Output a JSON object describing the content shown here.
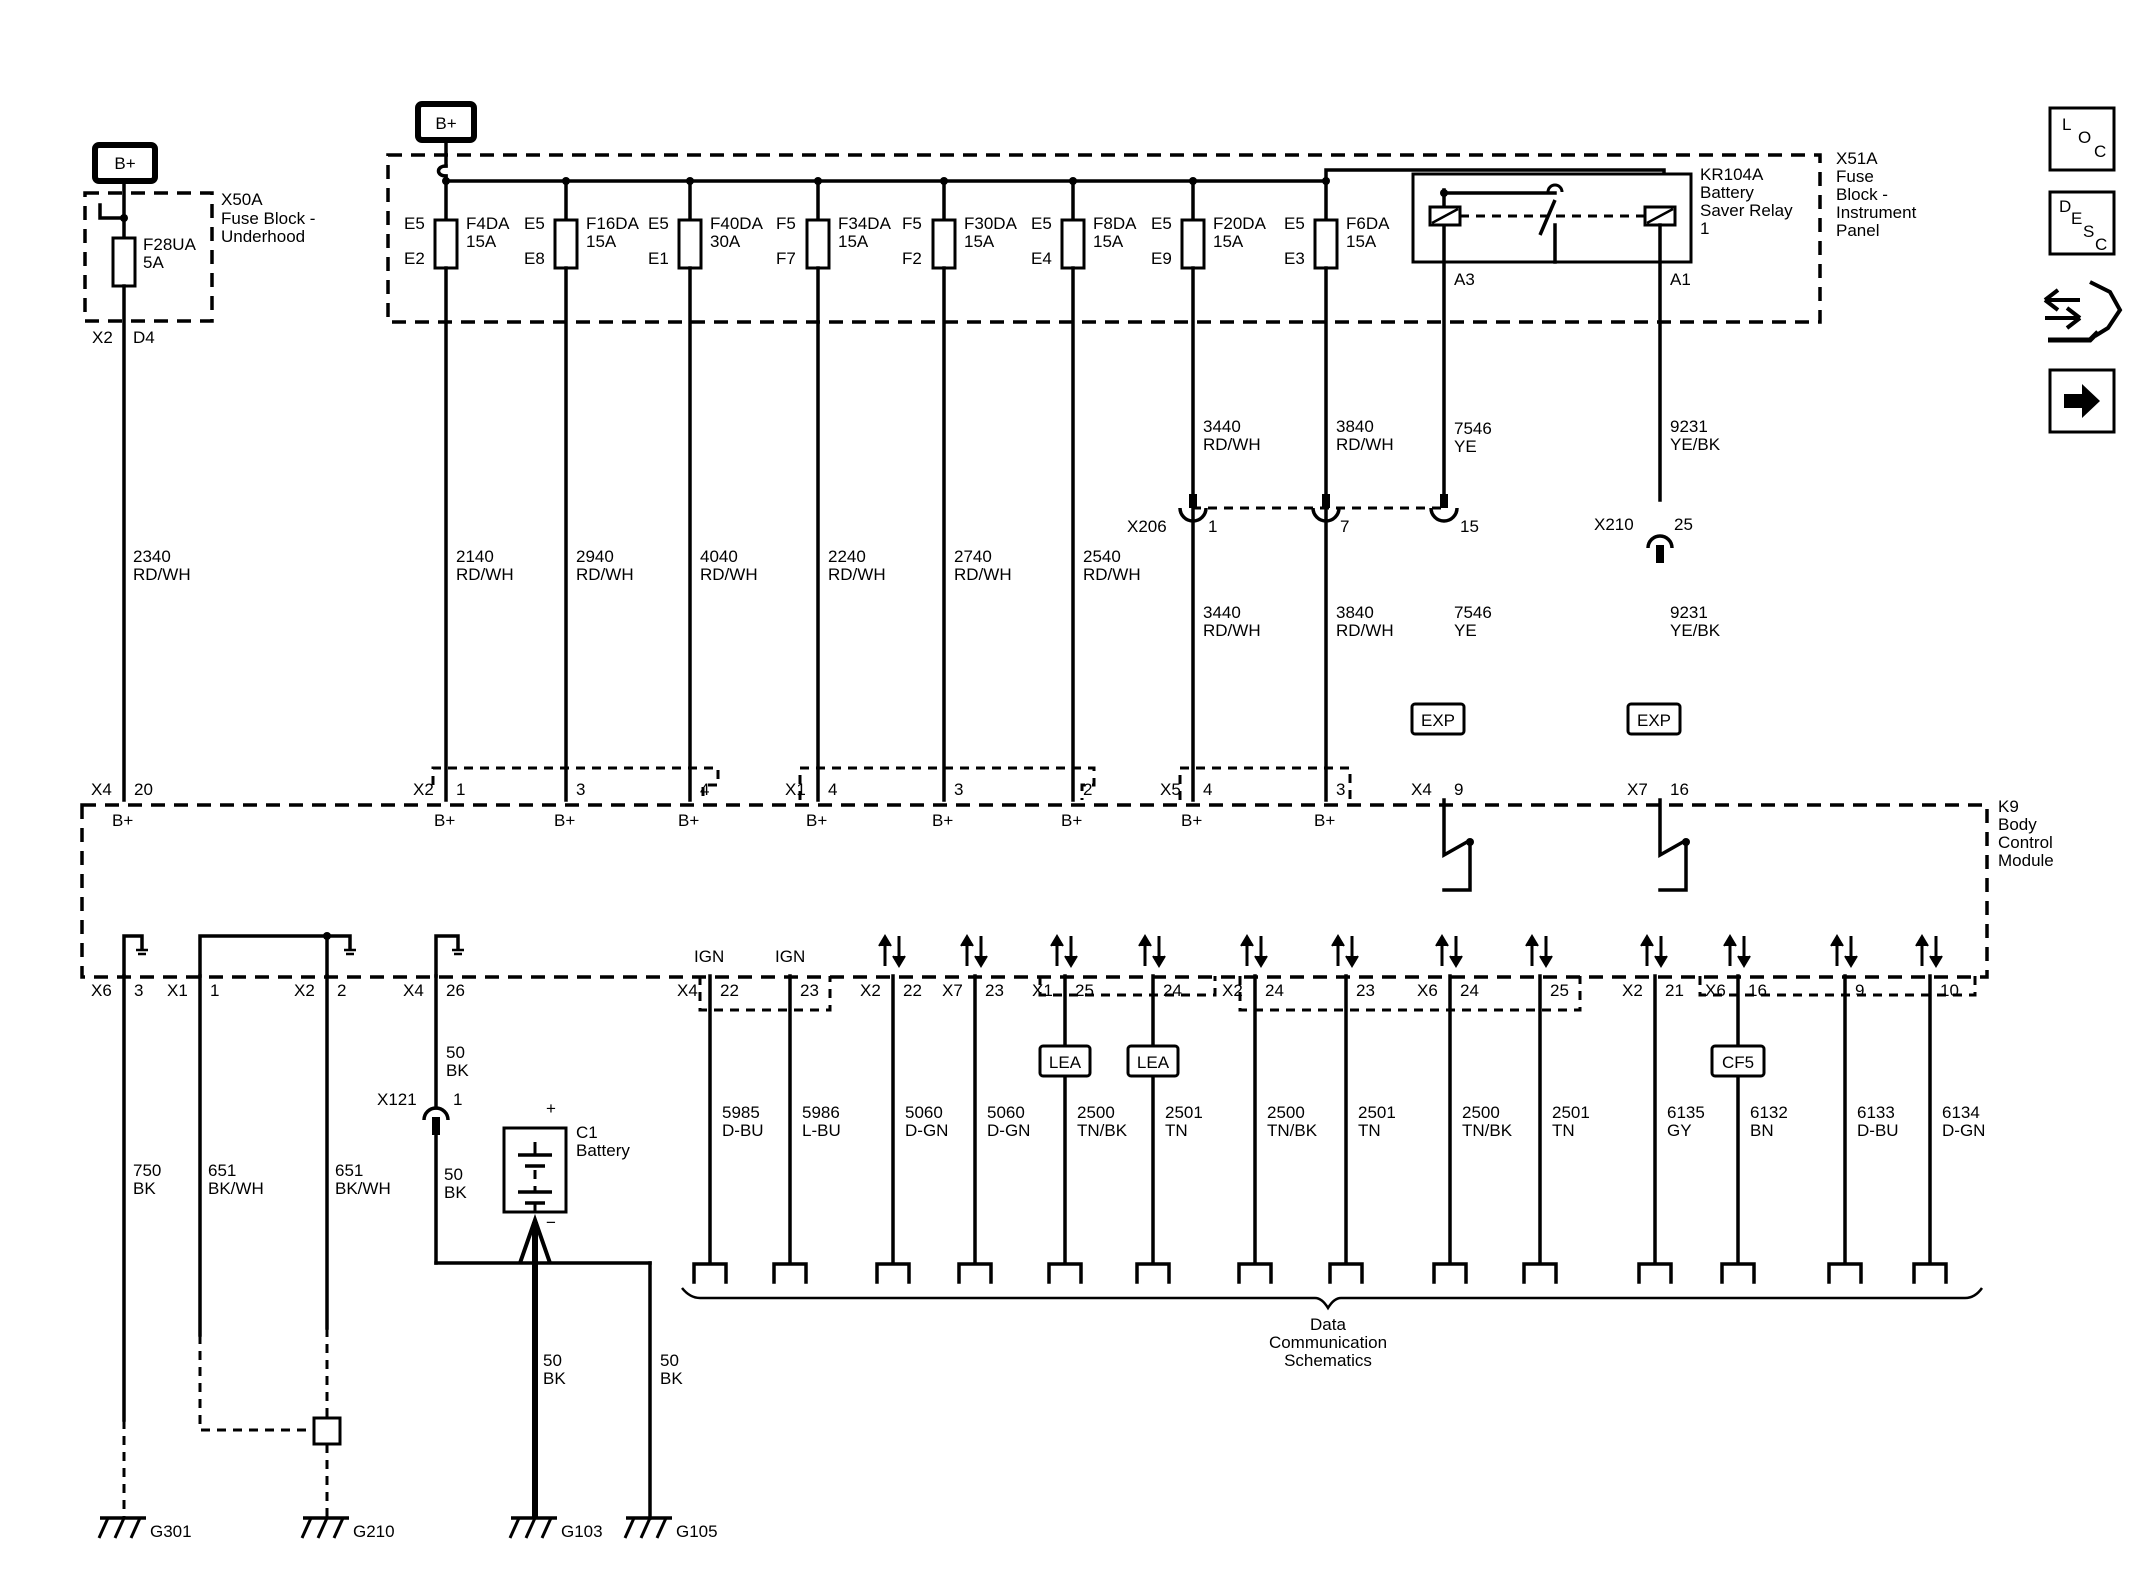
{
  "symbols": {
    "bplus": "B+",
    "battery_plus": "+",
    "battery_minus": "−"
  },
  "fuse_block_underhood": {
    "name": "X50A",
    "desc1": "Fuse Block -",
    "desc2": "Underhood",
    "fuse": {
      "id": "F28UA",
      "rating": "5A"
    },
    "connector": "X2",
    "pin": "D4"
  },
  "fuse_block_ip": {
    "name": "X51A",
    "desc1": "Fuse",
    "desc2": "Block -",
    "desc3": "Instrument",
    "desc4": "Panel",
    "fuses": [
      {
        "in": "E5",
        "out": "E2",
        "id": "F4DA",
        "rating": "15A"
      },
      {
        "in": "E5",
        "out": "E8",
        "id": "F16DA",
        "rating": "15A"
      },
      {
        "in": "E5",
        "out": "E1",
        "id": "F40DA",
        "rating": "30A"
      },
      {
        "in": "F5",
        "out": "F7",
        "id": "F34DA",
        "rating": "15A"
      },
      {
        "in": "F5",
        "out": "F2",
        "id": "F30DA",
        "rating": "15A"
      },
      {
        "in": "E5",
        "out": "E4",
        "id": "F8DA",
        "rating": "15A"
      },
      {
        "in": "E5",
        "out": "E9",
        "id": "F20DA",
        "rating": "15A"
      },
      {
        "in": "E5",
        "out": "E3",
        "id": "F6DA",
        "rating": "15A"
      }
    ]
  },
  "relay": {
    "id": "KR104A",
    "line1": "Battery",
    "line2": "Saver Relay",
    "line3": "1",
    "pin_left": "A3",
    "pin_right": "A1"
  },
  "wires_top": [
    {
      "circuit": "2340",
      "color": "RD/WH"
    },
    {
      "circuit": "2140",
      "color": "RD/WH"
    },
    {
      "circuit": "2940",
      "color": "RD/WH"
    },
    {
      "circuit": "4040",
      "color": "RD/WH"
    },
    {
      "circuit": "2240",
      "color": "RD/WH"
    },
    {
      "circuit": "2740",
      "color": "RD/WH"
    },
    {
      "circuit": "2540",
      "color": "RD/WH"
    },
    {
      "circuit": "3440",
      "color": "RD/WH"
    },
    {
      "circuit": "3840",
      "color": "RD/WH"
    },
    {
      "circuit": "7546",
      "color": "YE"
    },
    {
      "circuit": "9231",
      "color": "YE/BK"
    }
  ],
  "inline_x206": {
    "name": "X206",
    "pins": [
      "1",
      "7",
      "15"
    ]
  },
  "inline_x210": {
    "name": "X210",
    "pin": "25"
  },
  "exp_label": "EXP",
  "bcm": {
    "name": "K9",
    "desc1": "Body",
    "desc2": "Control",
    "desc3": "Module"
  },
  "bcm_top_conn": [
    {
      "conn": "X4",
      "pin": "20"
    },
    {
      "conn": "X2",
      "pin": "1"
    },
    {
      "conn": "",
      "pin": "3"
    },
    {
      "conn": "",
      "pin": "4"
    },
    {
      "conn": "X1",
      "pin": "4"
    },
    {
      "conn": "",
      "pin": "3"
    },
    {
      "conn": "",
      "pin": "2"
    },
    {
      "conn": "X5",
      "pin": "4"
    },
    {
      "conn": "",
      "pin": "3"
    },
    {
      "conn": "X4",
      "pin": "9"
    },
    {
      "conn": "X7",
      "pin": "16"
    }
  ],
  "bcm_bottom_conn": [
    {
      "conn": "X6",
      "pin": "3"
    },
    {
      "conn": "X1",
      "pin": "1"
    },
    {
      "conn": "X2",
      "pin": "2"
    },
    {
      "conn": "X4",
      "pin": "26"
    },
    {
      "conn": "X4",
      "pin": "22"
    },
    {
      "conn": "",
      "pin": "23"
    },
    {
      "conn": "X2",
      "pin": "22"
    },
    {
      "conn": "X7",
      "pin": "23"
    },
    {
      "conn": "X1",
      "pin": "25"
    },
    {
      "conn": "",
      "pin": "24"
    },
    {
      "conn": "X2",
      "pin": "24"
    },
    {
      "conn": "",
      "pin": "23"
    },
    {
      "conn": "X6",
      "pin": "24"
    },
    {
      "conn": "",
      "pin": "25"
    },
    {
      "conn": "X2",
      "pin": "21"
    },
    {
      "conn": "X6",
      "pin": "16"
    },
    {
      "conn": "",
      "pin": "9"
    },
    {
      "conn": "",
      "pin": "10"
    }
  ],
  "ign_label": "IGN",
  "lea_label": "LEA",
  "cf5_label": "CF5",
  "wires_bottom": [
    {
      "circuit": "750",
      "color": "BK"
    },
    {
      "circuit": "651",
      "color": "BK/WH"
    },
    {
      "circuit": "651",
      "color": "BK/WH"
    },
    {
      "circuit": "50",
      "color": "BK"
    },
    {
      "circuit": "5985",
      "color": "D-BU"
    },
    {
      "circuit": "5986",
      "color": "L-BU"
    },
    {
      "circuit": "5060",
      "color": "D-GN"
    },
    {
      "circuit": "5060",
      "color": "D-GN"
    },
    {
      "circuit": "2500",
      "color": "TN/BK"
    },
    {
      "circuit": "2501",
      "color": "TN"
    },
    {
      "circuit": "2500",
      "color": "TN/BK"
    },
    {
      "circuit": "2501",
      "color": "TN"
    },
    {
      "circuit": "2500",
      "color": "TN/BK"
    },
    {
      "circuit": "2501",
      "color": "TN"
    },
    {
      "circuit": "6135",
      "color": "GY"
    },
    {
      "circuit": "6132",
      "color": "BN"
    },
    {
      "circuit": "6133",
      "color": "D-BU"
    },
    {
      "circuit": "6134",
      "color": "D-GN"
    }
  ],
  "x121": {
    "name": "X121",
    "pin": "1"
  },
  "battery": {
    "id": "C1",
    "desc": "Battery"
  },
  "grounds": [
    "G301",
    "G210",
    "G103",
    "G105"
  ],
  "data_comm": {
    "line1": "Data",
    "line2": "Communication",
    "line3": "Schematics"
  },
  "side_icons": [
    {
      "name": "loc-icon",
      "l1": "L",
      "l2": "O",
      "l3": "C"
    },
    {
      "name": "desc-icon",
      "l1": "D",
      "l2": "E",
      "l3": "S",
      "l4": "C"
    }
  ]
}
